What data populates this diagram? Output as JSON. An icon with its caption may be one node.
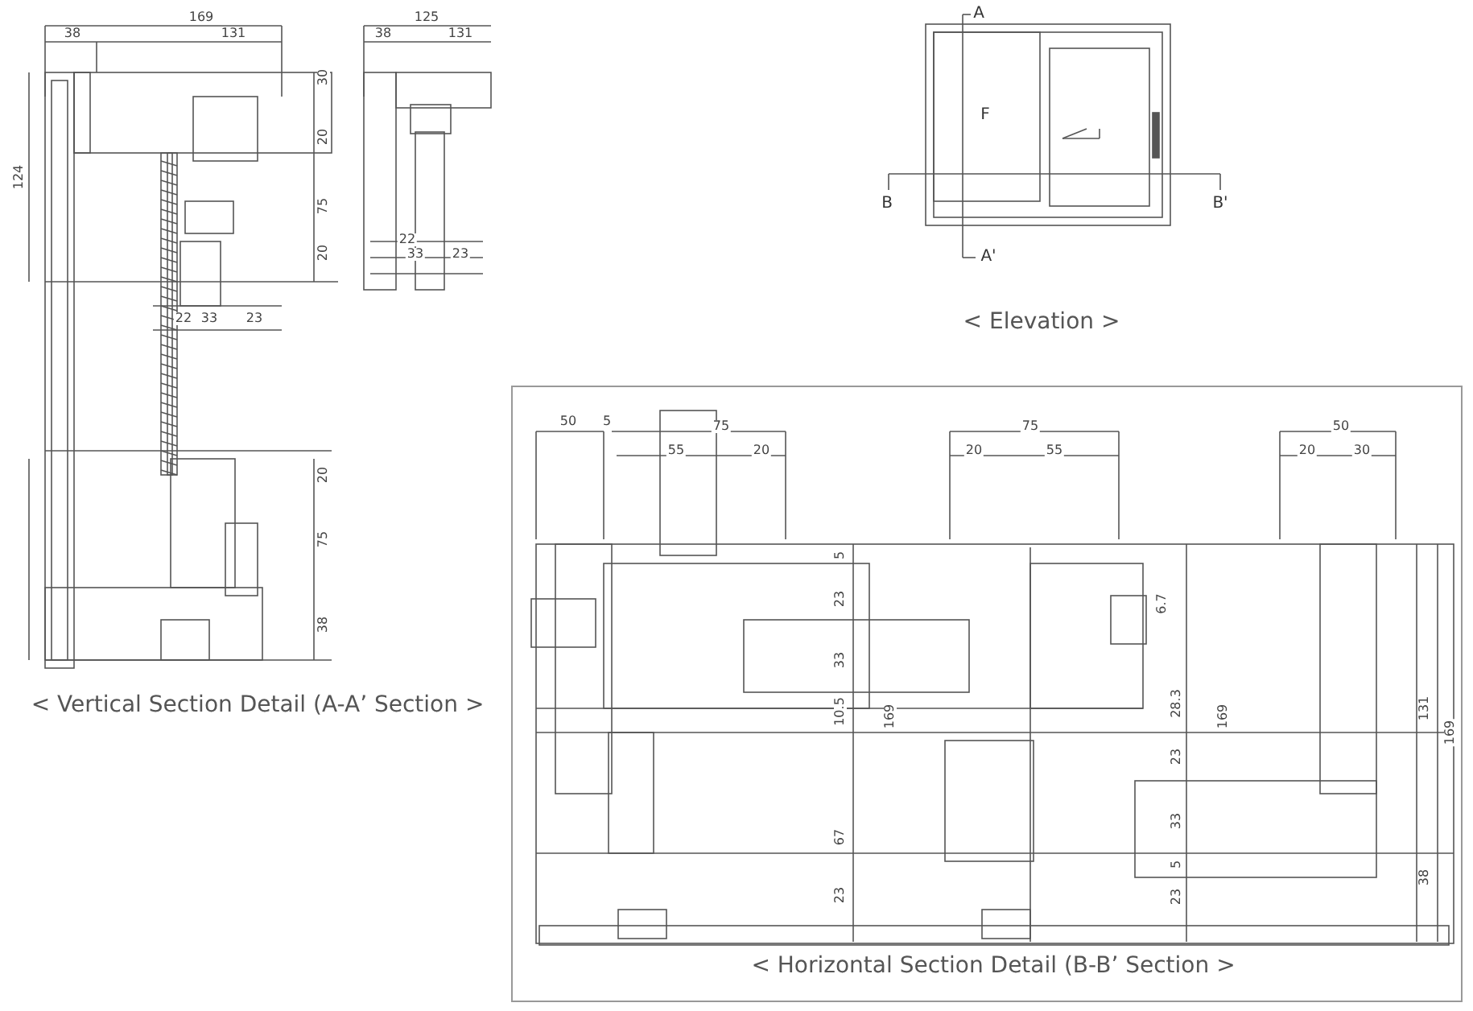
{
  "diagram": {
    "labels": [
      "169",
      "38",
      "131",
      "30",
      "20",
      "75",
      "20",
      "124",
      "22",
      "33",
      "23",
      "20",
      "75",
      "38",
      "125",
      "38",
      "131",
      "22",
      "33",
      "23",
      "A",
      "F",
      "B",
      "B'",
      "A'",
      "< Elevation >",
      "< Vertical Section Detail (A-A’ Section >",
      "50",
      "5",
      "75",
      "55",
      "20",
      "75",
      "20",
      "55",
      "50",
      "20",
      "30",
      "5",
      "23",
      "33",
      "10.5",
      "169",
      "67",
      "23",
      "6.7",
      "28.3",
      "23",
      "33",
      "5",
      "23",
      "169",
      "131",
      "169",
      "38",
      "< Horizontal Section Detail (B-B’ Section >"
    ]
  }
}
